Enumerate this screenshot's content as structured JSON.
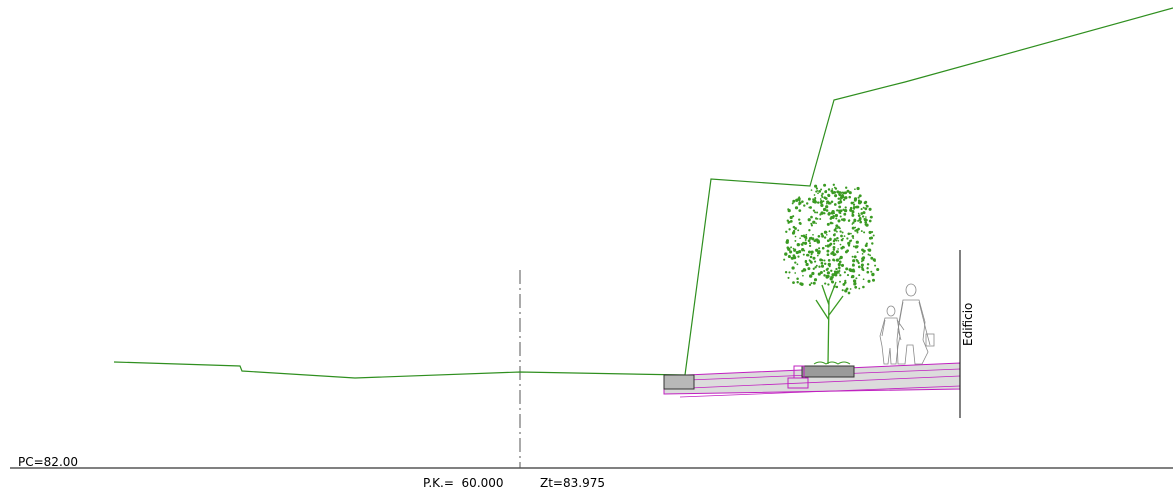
{
  "labels": {
    "reference_plane": "PC=82.00",
    "chainage": "P.K.=  60.000",
    "ground_elevation": "Zt=83.975",
    "building": "Edificio"
  },
  "colors": {
    "terrain_line": "#2f8f1f",
    "pavement_outline": "#c020c0",
    "pavement_fill": "#d8d8d8",
    "tree_foliage": "#3a9a22",
    "figures": "#8a8a8a",
    "axis_line": "#000000"
  },
  "icons": {
    "tree": "tree-icon",
    "pedestrians": "pedestrians-icon"
  }
}
